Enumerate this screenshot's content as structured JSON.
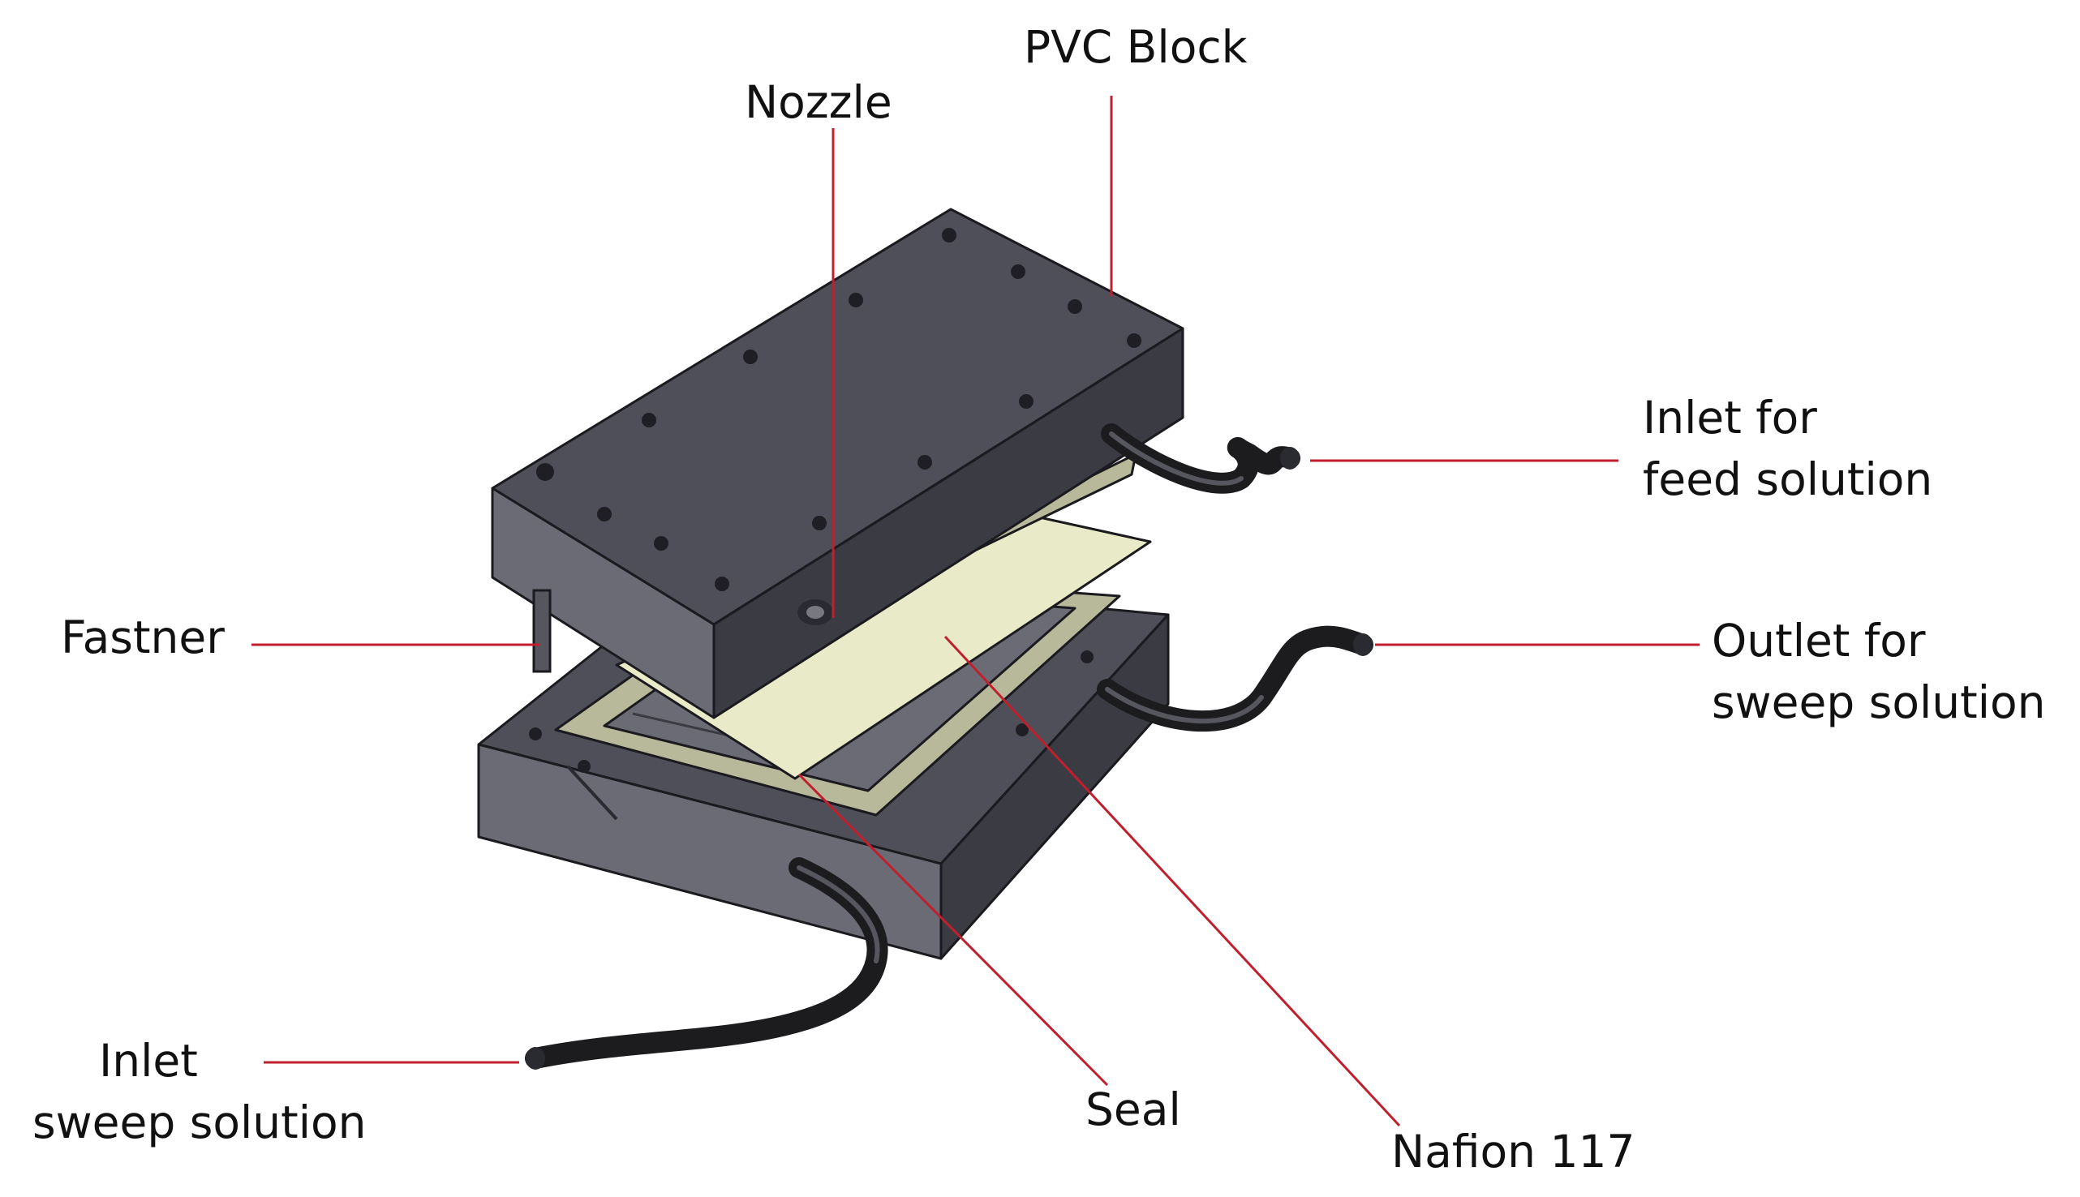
{
  "labels": {
    "pvc_block": "PVC Block",
    "nozzle": "Nozzle",
    "inlet_feed_line1": "Inlet for",
    "inlet_feed_line2": "feed solution",
    "fastner": "Fastner",
    "outlet_sweep_line1": "Outlet for",
    "outlet_sweep_line2": "sweep solution",
    "inlet_sweep_line1": "Inlet",
    "inlet_sweep_line2": "sweep solution",
    "seal": "Seal",
    "nafion": "Nafion 117"
  },
  "colors": {
    "leader_line": "#c0202e",
    "block_top": "#4e4f58",
    "block_front": "#6a6b74",
    "block_side": "#3a3b43",
    "membrane": "#e9ebc8",
    "seal": "#b7b99a",
    "tube": "#1c1c1f"
  }
}
